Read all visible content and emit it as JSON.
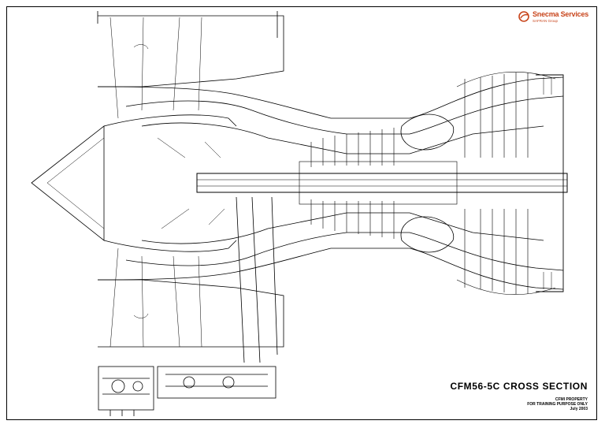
{
  "logo": {
    "name": "Snecma Services",
    "tagline": "SAFRAN Group",
    "color": "#c8451c"
  },
  "title_block": {
    "title": "CFM56-5C  CROSS  SECTION",
    "line1": "CFMI PROPERTY",
    "line2": "FOR TRAINING PURPOSE ONLY",
    "line3": "July 2003"
  }
}
